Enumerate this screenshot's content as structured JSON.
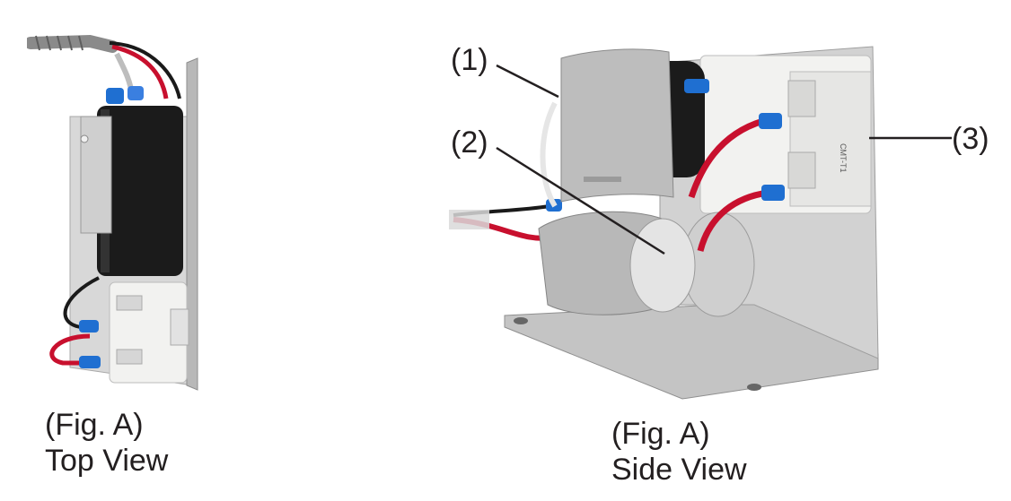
{
  "figures": [
    {
      "id": "top-view",
      "caption_line1": "(Fig. A)",
      "caption_line2": "Top View"
    },
    {
      "id": "side-view",
      "caption_line1": "(Fig. A)",
      "caption_line2": "Side View"
    }
  ],
  "callouts": [
    {
      "label": "(1)"
    },
    {
      "label": "(2)"
    },
    {
      "label": "(3)"
    }
  ],
  "component_text": {
    "relay_label": "CMT-T1"
  },
  "colors": {
    "text": "#231f20",
    "wire_red": "#c8102e",
    "wire_black": "#1a1a1a",
    "connector_blue": "#1f6fd1",
    "metal": "#c9c9c9",
    "relay_white": "#f2f2f0"
  }
}
